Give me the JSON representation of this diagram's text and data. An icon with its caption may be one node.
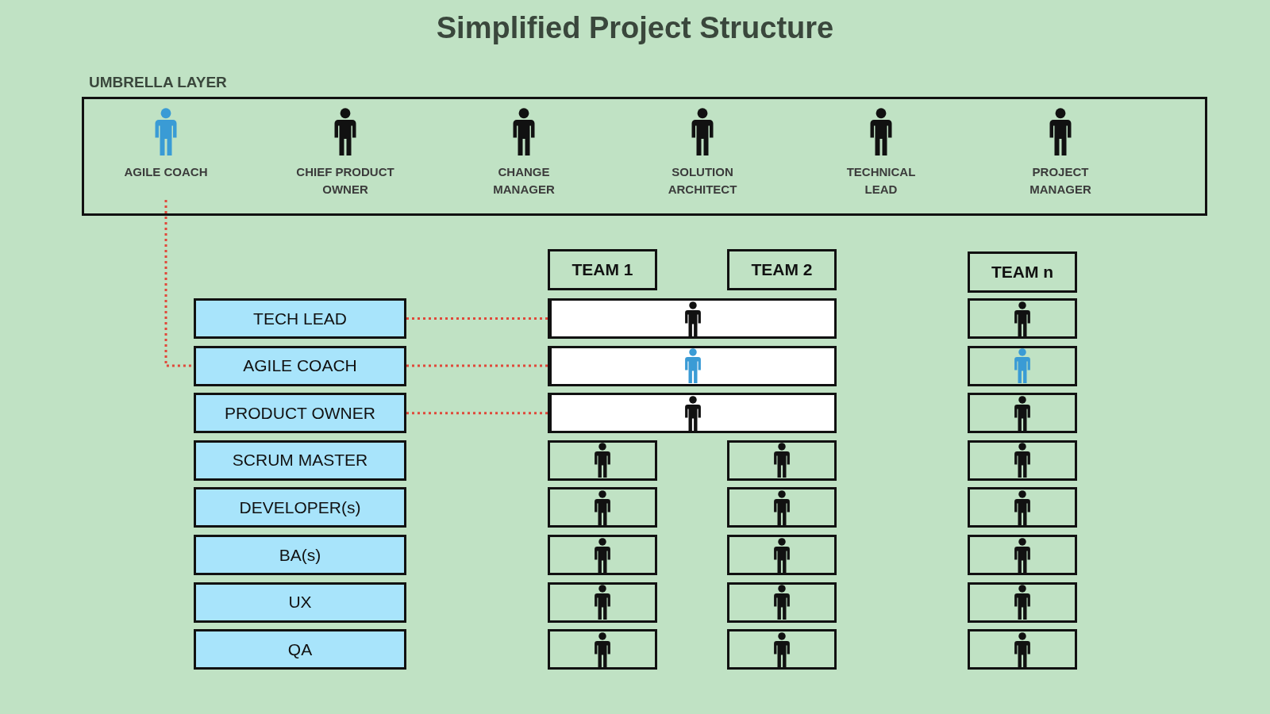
{
  "diagram": {
    "title": "Simplified Project Structure",
    "nodes": [
      {
        "text": [
          "UMBRELLA LAYER"
        ]
      },
      {
        "text": [
          "AGILE COACH"
        ],
        "in": 0
      },
      {
        "text": [
          "CHIEF PRODUCT OWNER"
        ],
        "in": 0
      },
      {
        "text": [
          "CHANGE MANAGER"
        ],
        "in": 0
      },
      {
        "text": [
          "SOLUTION ARCHITECT"
        ],
        "in": 0
      },
      {
        "text": [
          "TECHNICAL LEAD"
        ],
        "in": 0
      },
      {
        "text": [
          "PROJECT MANAGER"
        ],
        "in": 0
      },
      {
        "text": [
          "TECH LEAD"
        ]
      },
      {
        "text": [
          "AGILE COACH"
        ]
      },
      {
        "text": [
          "PRODUCT OWNER"
        ]
      },
      {
        "text": [
          "SCRUM MASTER"
        ]
      },
      {
        "text": [
          "DEVELOPER(s)"
        ]
      },
      {
        "text": [
          "BA(s)"
        ]
      },
      {
        "text": [
          "UX"
        ]
      },
      {
        "text": [
          "QA"
        ]
      },
      {
        "text": [
          "TEAM 1"
        ]
      },
      {
        "text": [
          "TEAM 2"
        ]
      },
      {
        "text": [
          "TEAM n"
        ]
      },
      {
        "text": [],
        "shape": "box"
      },
      {
        "text": [],
        "shape": "box"
      },
      {
        "text": [],
        "shape": "box"
      },
      {
        "text": [],
        "shape": "box"
      },
      {
        "text": [],
        "shape": "box"
      },
      {
        "text": [],
        "shape": "box"
      },
      {
        "text": [],
        "shape": "box"
      },
      {
        "text": [],
        "shape": "box"
      },
      {
        "text": [],
        "shape": "box"
      },
      {
        "text": [],
        "shape": "box"
      },
      {
        "text": [],
        "shape": "box"
      },
      {
        "text": [],
        "shape": "box"
      },
      {
        "text": [],
        "shape": "box"
      },
      {
        "text": [],
        "shape": "box"
      },
      {
        "text": [],
        "shape": "box"
      },
      {
        "text": [],
        "shape": "box"
      },
      {
        "text": [],
        "shape": "box"
      },
      {
        "text": [],
        "shape": "box"
      },
      {
        "text": [],
        "shape": "box"
      },
      {
        "text": [],
        "shape": "box"
      },
      {
        "text": [],
        "shape": "box"
      }
    ],
    "edges": [
      {
        "from": 1,
        "to": 8,
        "arrow": "none",
        "style": "dashed",
        "color": "#e0493a"
      },
      {
        "from": 7,
        "to": 18,
        "arrow": "none",
        "style": "dashed",
        "color": "#e0493a"
      },
      {
        "from": 8,
        "to": 19,
        "arrow": "none",
        "style": "dashed",
        "color": "#e0493a"
      },
      {
        "from": 9,
        "to": 20,
        "arrow": "none",
        "style": "dashed",
        "color": "#e0493a"
      }
    ]
  }
}
